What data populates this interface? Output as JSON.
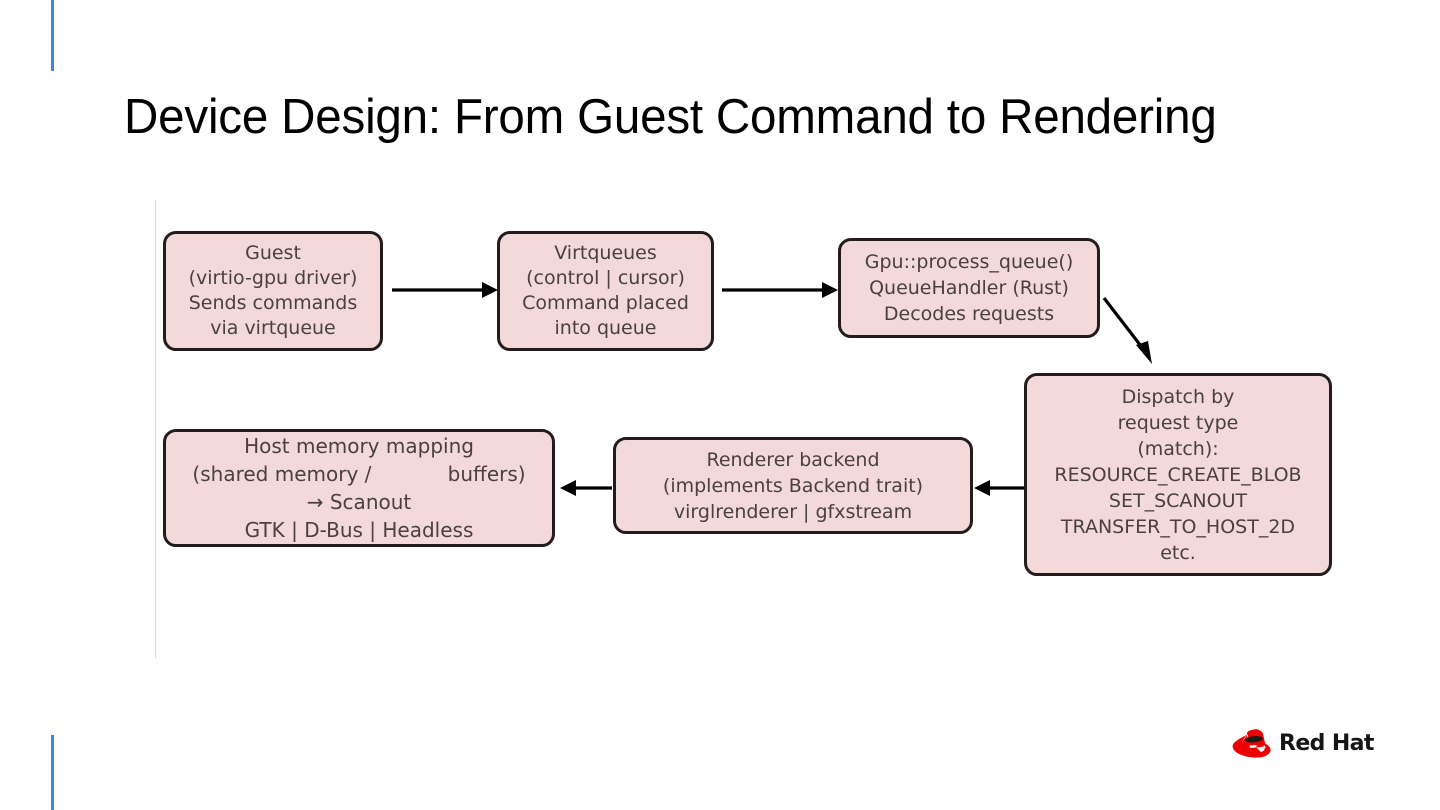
{
  "slide": {
    "title": "Device Design: From Guest Command to Rendering",
    "background_color": "#ffffff",
    "accent_color": "#4285d0",
    "node_fill_color": "#f3d9d9",
    "node_border_color": "#241c1c",
    "node_text_color": "#4b4040"
  },
  "diagram": {
    "type": "flowchart",
    "nodes": [
      {
        "id": "guest",
        "name": "guest-node",
        "lines": [
          "Guest",
          "(virtio-gpu driver)",
          "Sends commands",
          "via virtqueue"
        ]
      },
      {
        "id": "virtqueues",
        "name": "virtqueues-node",
        "lines": [
          "Virtqueues",
          "(control | cursor)",
          "Command placed",
          "into queue"
        ]
      },
      {
        "id": "process_queue",
        "name": "process-queue-node",
        "lines": [
          "Gpu::process_queue()",
          "QueueHandler (Rust)",
          "Decodes requests"
        ]
      },
      {
        "id": "dispatch",
        "name": "dispatch-node",
        "lines": [
          "Dispatch by",
          "request type",
          "(match):",
          "RESOURCE_CREATE_BLOB",
          "SET_SCANOUT",
          "TRANSFER_TO_HOST_2D",
          "etc."
        ]
      },
      {
        "id": "renderer",
        "name": "renderer-backend-node",
        "lines": [
          "Renderer backend",
          "(implements Backend trait)",
          "virglrenderer | gfxstream"
        ]
      },
      {
        "id": "hostmem",
        "name": "host-memory-mapping-node",
        "lines": [
          "Host memory mapping",
          "(shared memory /            buffers)",
          "→ Scanout",
          "GTK | D-Bus | Headless"
        ]
      }
    ],
    "edges": [
      {
        "id": "e1",
        "name": "arrow-guest-to-virtqueues",
        "from": "guest",
        "to": "virtqueues",
        "direction": "right"
      },
      {
        "id": "e2",
        "name": "arrow-virtqueues-to-process",
        "from": "virtqueues",
        "to": "process_queue",
        "direction": "right"
      },
      {
        "id": "e3",
        "name": "arrow-process-to-dispatch",
        "from": "process_queue",
        "to": "dispatch",
        "direction": "down-right"
      },
      {
        "id": "e4",
        "name": "arrow-dispatch-to-renderer",
        "from": "dispatch",
        "to": "renderer",
        "direction": "left"
      },
      {
        "id": "e5",
        "name": "arrow-renderer-to-hostmem",
        "from": "renderer",
        "to": "hostmem",
        "direction": "left"
      }
    ]
  },
  "branding": {
    "wordmark": "Red Hat",
    "hat_color": "#ee0000"
  }
}
